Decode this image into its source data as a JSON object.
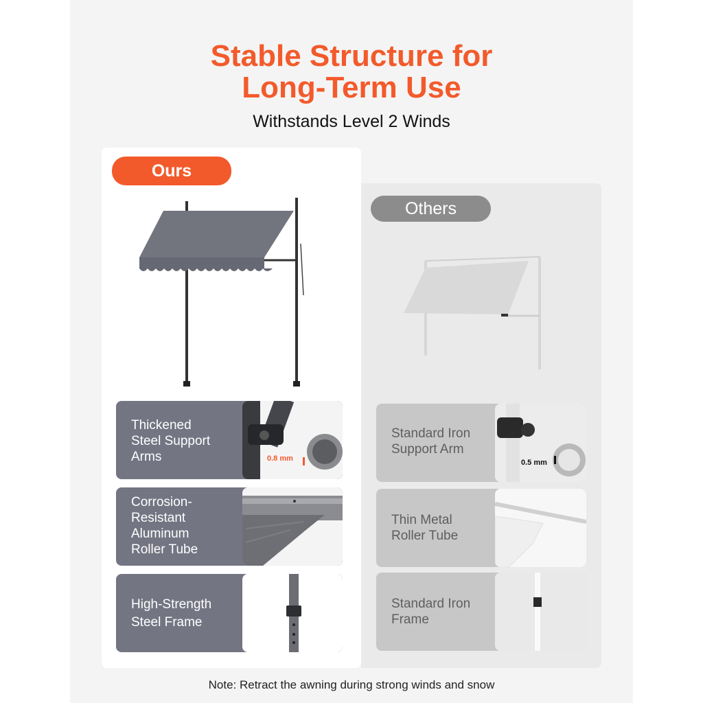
{
  "title_line1": "Stable Structure for",
  "title_line2": "Long-Term Use",
  "subtitle": "Withstands Level 2 Winds",
  "ours": {
    "label": "Ours",
    "features": [
      {
        "text": "Thickened\nSteel Support\nArms",
        "dimension": "0.8 mm"
      },
      {
        "text": "Corrosion-\nResistant\nAluminum\nRoller Tube"
      },
      {
        "text": "High-Strength\nSteel Frame"
      }
    ]
  },
  "others": {
    "label": "Others",
    "features": [
      {
        "text": "Standard Iron\nSupport Arm",
        "dimension": "0.5 mm"
      },
      {
        "text": "Thin Metal\nRoller Tube"
      },
      {
        "text": "Standard Iron\nFrame"
      }
    ]
  },
  "note": "Note: Retract the awning during strong winds and snow",
  "colors": {
    "accent": "#f35a2b",
    "ours_panel": "#737583",
    "others_panel": "#c7c7c7"
  }
}
